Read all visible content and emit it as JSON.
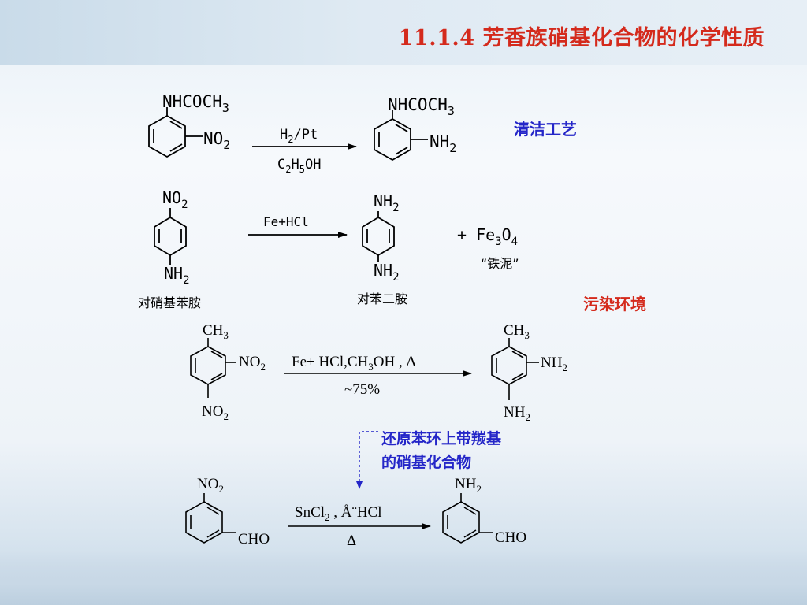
{
  "title": "11.1.4 芳香族硝基化合物的化学性质",
  "annotations": {
    "clean_process": "清洁工艺",
    "pollution": "污染环境",
    "carbonyl_note_line1": "还原苯环上带羰基",
    "carbonyl_note_line2": "的硝基化合物"
  },
  "labels": {
    "nhcoch3": "NHCOCH",
    "no2": "NO",
    "nh2": "NH",
    "ch3": "CH",
    "cho": "CHO",
    "sub2": "2",
    "sub3": "3",
    "sub4": "4",
    "sub5": "5"
  },
  "reaction1": {
    "reagent_top": "H",
    "reagent_top_rest": "/Pt",
    "reagent_bottom_c": "C",
    "reagent_bottom_h": "H",
    "reagent_bottom_rest": "OH"
  },
  "reaction2": {
    "reagent": "Fe+HCl",
    "reactant_name": "对硝基苯胺",
    "product_name": "对苯二胺",
    "byproduct_plus": "+ Fe",
    "byproduct_o": "O",
    "byproduct_note": "“铁泥”"
  },
  "reaction3": {
    "reagent_top_a": "Fe+ HCl,CH",
    "reagent_top_b": "OH , Δ",
    "yield": "~75%"
  },
  "reaction4": {
    "reagent_top_a": "SnCl",
    "reagent_top_b": " , Å¨HCl",
    "reagent_bottom": "Δ"
  }
}
